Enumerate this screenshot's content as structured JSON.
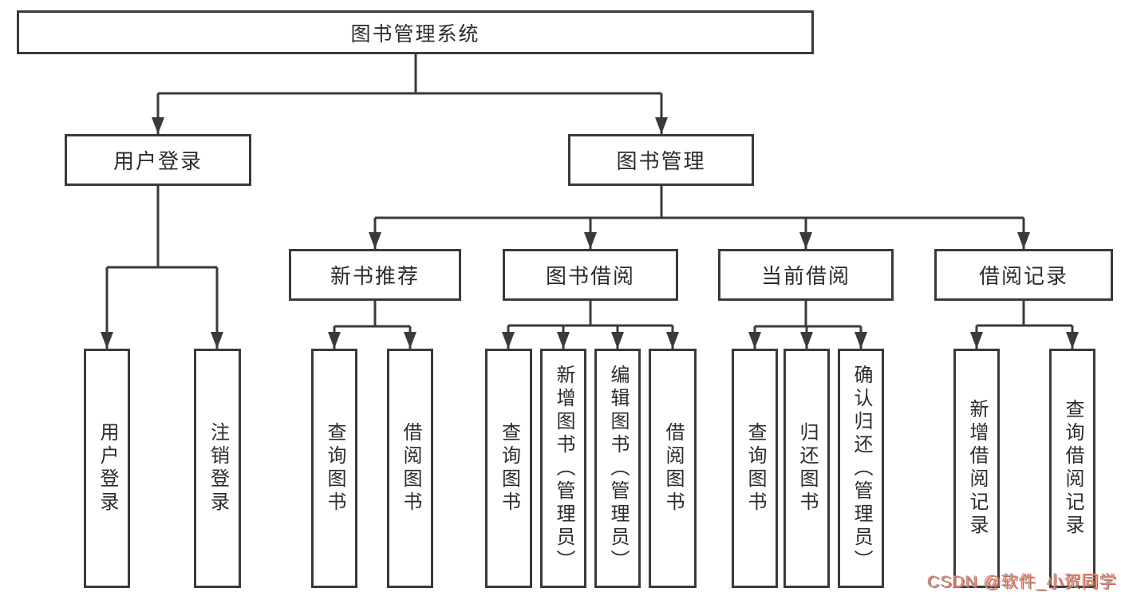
{
  "colors": {
    "line": "#3a3a3a",
    "text": "#2c2c2c",
    "box_bg": "#ffffff",
    "watermark_gray": "#9e9e9e",
    "watermark_red": "#fc5531"
  },
  "nodes": {
    "root": "图书管理系统",
    "user_login": "用户登录",
    "book_management": "图书管理",
    "new_book_recommend": "新书推荐",
    "book_borrow": "图书借阅",
    "current_borrow": "当前借阅",
    "borrow_records": "借阅记录",
    "ul_user_login": "用户登录",
    "ul_logout": "注销登录",
    "nb_query_books": "查询图书",
    "nb_borrow_books": "借阅图书",
    "bb_query_books": "查询图书",
    "bb_add_books_admin": "新增图书（管理员）",
    "bb_edit_books_admin": "编辑图书（管理员）",
    "bb_borrow_books": "借阅图书",
    "cb_query_books": "查询图书",
    "cb_return_books": "归还图书",
    "cb_confirm_return_admin": "确认归还（管理员）",
    "br_add_record": "新增借阅记录",
    "br_query_record": "查询借阅记录"
  },
  "watermark": "CSDN @软件_小贺同学"
}
